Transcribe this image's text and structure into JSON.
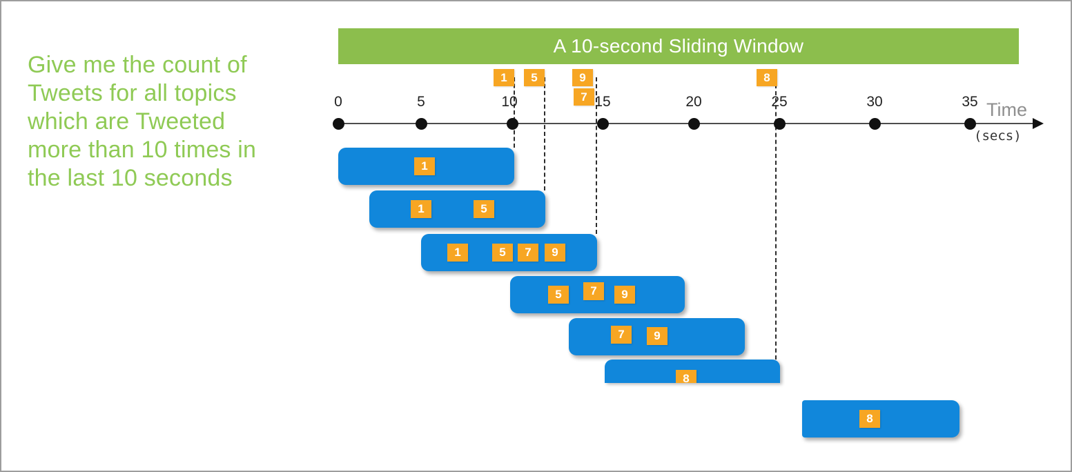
{
  "query": {
    "lines": [
      "Give me the count of",
      "Tweets for all topics",
      "which are Tweeted",
      "more than 10 times in",
      "the last 10 seconds"
    ]
  },
  "banner": {
    "title": "A 10-second Sliding Window"
  },
  "axis": {
    "title": "Time",
    "unit": "(secs)",
    "ticks": [
      "0",
      "5",
      "10",
      "15",
      "20",
      "25",
      "30",
      "35"
    ]
  },
  "event_markers": [
    "1",
    "5",
    "9",
    "7",
    "8"
  ],
  "windows": [
    {
      "events": [
        "1"
      ]
    },
    {
      "events": [
        "1",
        "5"
      ]
    },
    {
      "events": [
        "1",
        "5",
        "7",
        "9"
      ]
    },
    {
      "events": [
        "5",
        "7",
        "9"
      ]
    },
    {
      "events": [
        "7",
        "9"
      ]
    },
    {
      "events": [
        "8"
      ]
    },
    {
      "events": [
        "8"
      ]
    }
  ],
  "colors": {
    "banner_green": "#8cbe4d",
    "query_text_green": "#8fca55",
    "window_blue": "#1187db",
    "event_orange": "#f7a623",
    "axis_black": "#111111",
    "time_label_gray": "#8f8f8f"
  }
}
